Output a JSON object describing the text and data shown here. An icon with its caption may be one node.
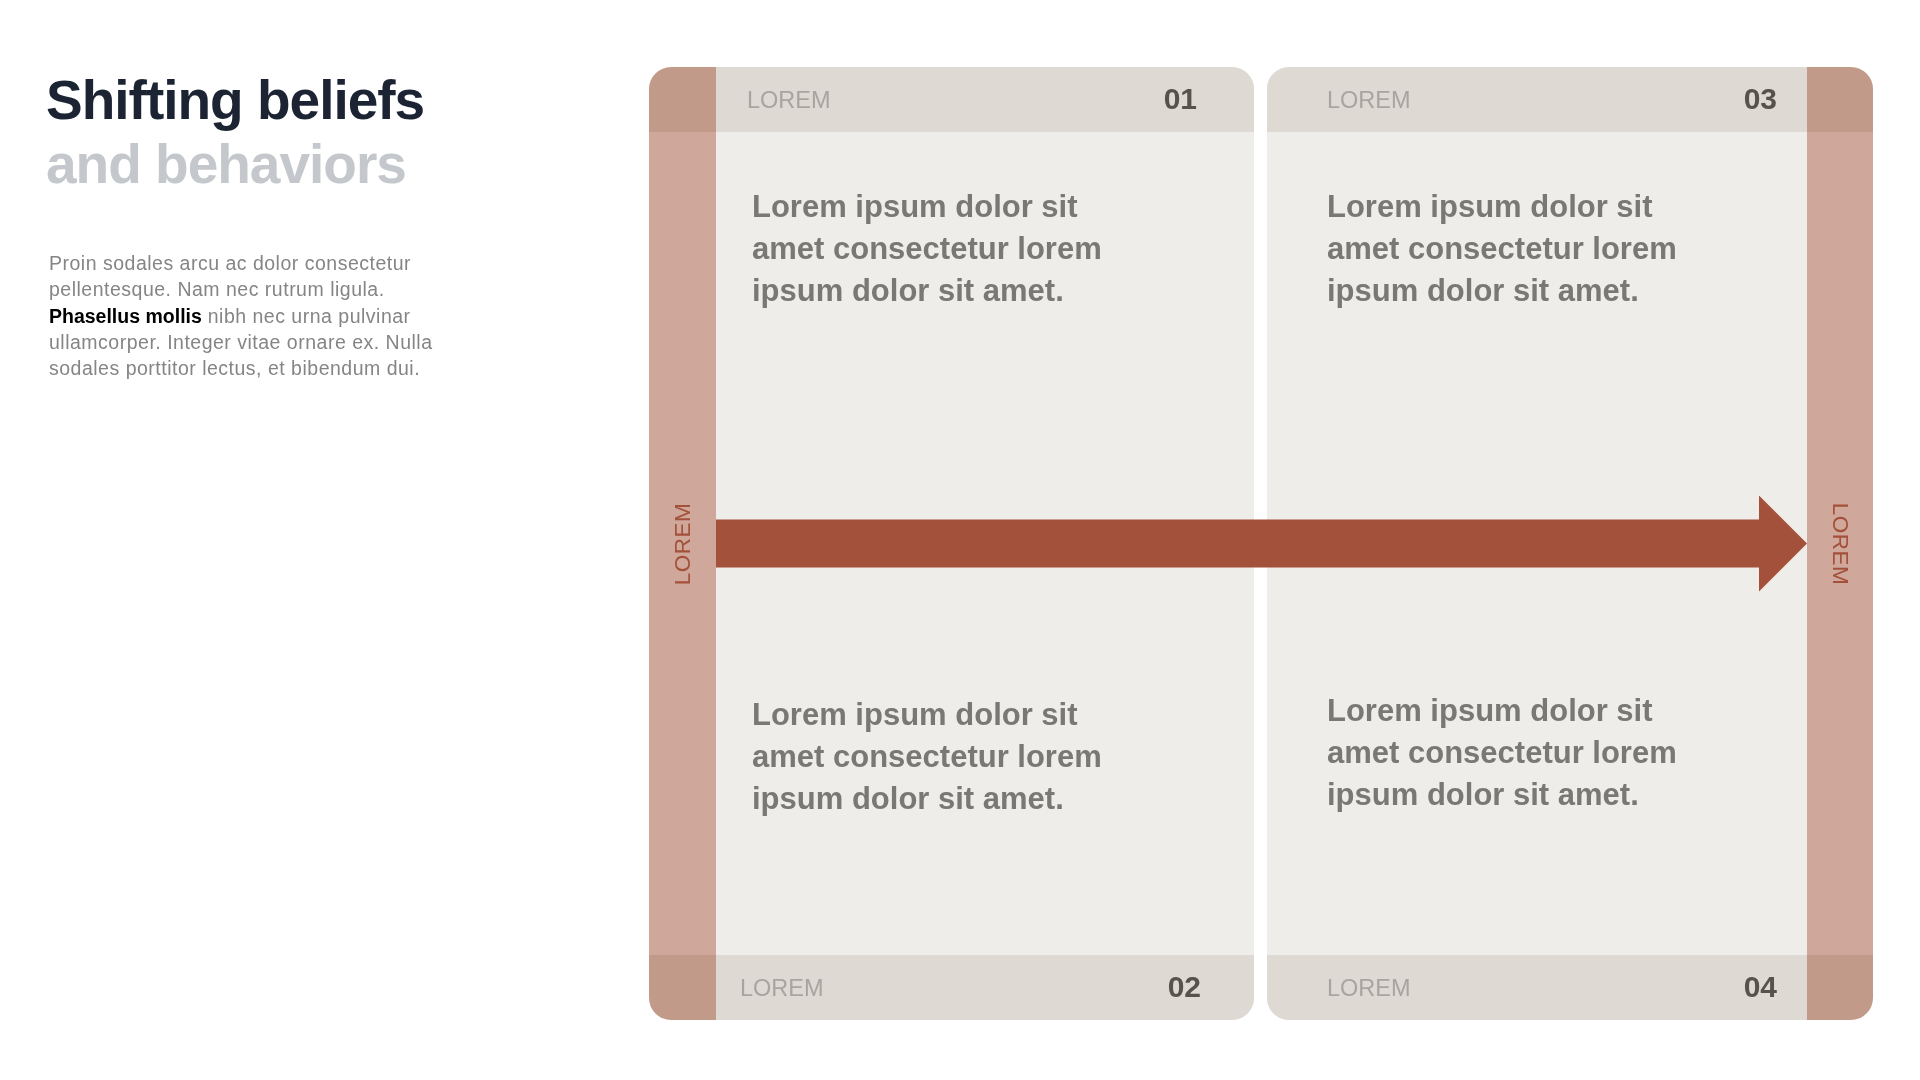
{
  "diagram": {
    "title": "Shifting beliefs and behaviors",
    "nodes": [
      {
        "text": [
          "LOREM",
          "01",
          "Lorem ipsum dolor sit amet consectetur lorem ipsum dolor sit amet."
        ]
      },
      {
        "text": [
          "LOREM",
          "03",
          "Lorem ipsum dolor sit amet consectetur lorem ipsum dolor sit amet."
        ]
      },
      {
        "text": [
          "LOREM"
        ]
      },
      {
        "text": [
          "LOREM"
        ]
      },
      {
        "text": [
          "Lorem ipsum dolor sit amet consectetur lorem ipsum dolor sit amet.",
          "LOREM",
          "02"
        ]
      },
      {
        "text": [
          "Lorem ipsum dolor sit amet consectetur lorem ipsum dolor sit amet.",
          "LOREM",
          "04"
        ]
      }
    ],
    "edges": [
      {
        "from": 2,
        "to": 3,
        "arrow": "to"
      }
    ],
    "labels": [
      "Proin sodales arcu ac dolor consectetur pellentesque. Nam nec rutrum ligula. **Phasellus mollis** nibh nec urna pulvinar ullamcorper. Integer vitae ornare ex. Nulla sodales porttitor lectus, et bibendum dui."
    ]
  }
}
